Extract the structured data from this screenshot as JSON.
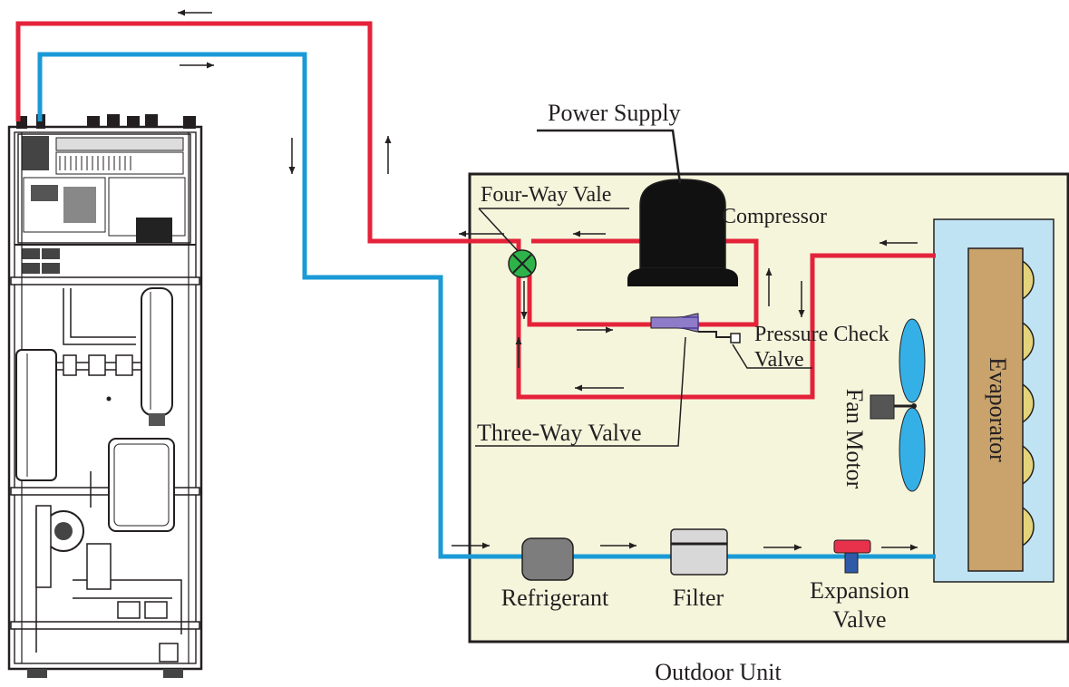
{
  "diagram": {
    "labels": {
      "power_supply": "Power Supply",
      "four_way_valve": "Four-Way Vale",
      "compressor": "Compressor",
      "pressure_check_valve_line1": "Pressure Check",
      "pressure_check_valve_line2": "Valve",
      "fan_motor": "Fan Motor",
      "evaporator": "Evaporator",
      "three_way_valve": "Three-Way Valve",
      "refrigerant": "Refrigerant",
      "filter": "Filter",
      "expansion_valve_line1": "Expansion",
      "expansion_valve_line2": "Valve",
      "outdoor_unit": "Outdoor Unit"
    },
    "colors": {
      "hot_pipe": "#e4223a",
      "cold_pipe": "#1a9ad6",
      "outdoor_unit_fill": "#f5f5dc",
      "evaporator_box": "#bfe3f2",
      "evaporator_core": "#c9a36b",
      "evaporator_coil": "#e3d37a",
      "fan_blade": "#35b0e6",
      "four_way_valve": "#2db34a",
      "three_way_valve": "#8f7cc9",
      "expansion_valve_top": "#e8324b",
      "expansion_valve_stem": "#2e5aa8",
      "refrigerant_tank": "#7d7d7d",
      "filter_body": "#d8d8d8",
      "compressor": "#111111"
    },
    "icons": {
      "indoor_unit": "indoor-unit-illustration",
      "compressor": "compressor-icon",
      "fan": "fan-icon",
      "four_way_valve": "four-way-valve-icon",
      "three_way_valve": "three-way-valve-icon",
      "flow_arrow": "arrow-icon"
    }
  }
}
